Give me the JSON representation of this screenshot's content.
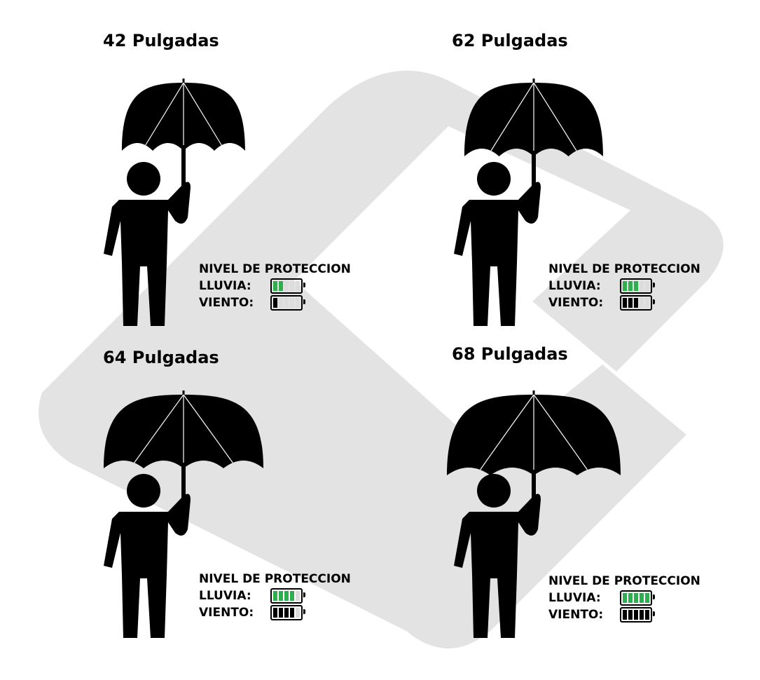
{
  "colors": {
    "rain_fill": "#2fae4e",
    "wind_fill": "#000000",
    "empty": "#dcdcdc",
    "watermark": "#e3e3e3"
  },
  "panels": [
    {
      "title": "42 Pulgadas",
      "protection_label": "NIVEL DE PROTECCION",
      "rain_label": "LLUVIA:",
      "wind_label": "VIENTO:",
      "rain_level": 2,
      "wind_level": 1,
      "max_level": 5
    },
    {
      "title": "62 Pulgadas",
      "protection_label": "NIVEL DE PROTECCION",
      "rain_label": "LLUVIA:",
      "wind_label": "VIENTO:",
      "rain_level": 3,
      "wind_level": 3,
      "max_level": 5
    },
    {
      "title": "64 Pulgadas",
      "protection_label": "NIVEL DE PROTECCION",
      "rain_label": "LLUVIA:",
      "wind_label": "VIENTO:",
      "rain_level": 4,
      "wind_level": 4,
      "max_level": 5
    },
    {
      "title": "68 Pulgadas",
      "protection_label": "NIVEL DE PROTECCION",
      "rain_label": "LLUVIA:",
      "wind_label": "VIENTO:",
      "rain_level": 5,
      "wind_level": 5,
      "max_level": 5
    }
  ]
}
